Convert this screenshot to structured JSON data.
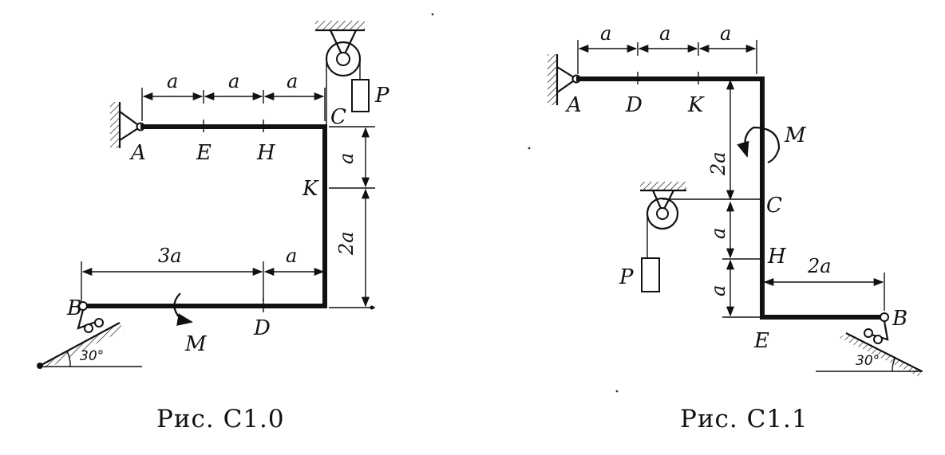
{
  "figures": [
    {
      "caption": "Рис. С1.0",
      "points": {
        "A": "A",
        "E": "E",
        "H": "H",
        "C": "C",
        "K": "K",
        "B": "B",
        "D": "D"
      },
      "load_label": "P",
      "moment_label": "M",
      "dims": {
        "a1": "a",
        "a2": "a",
        "a3": "a",
        "a_vert": "a",
        "two_a": "2a",
        "three_a": "3a",
        "a_bottom": "a"
      },
      "angle": "30°"
    },
    {
      "caption": "Рис. С1.1",
      "points": {
        "A": "A",
        "D": "D",
        "K": "K",
        "C": "C",
        "H": "H",
        "E": "E",
        "B": "B"
      },
      "load_label": "P",
      "moment_label": "M",
      "dims": {
        "a1": "a",
        "a2": "a",
        "a3": "a",
        "two_a_vert": "2a",
        "a_vert1": "a",
        "a_vert2": "a",
        "two_a_horiz": "2a"
      },
      "angle": "30°"
    }
  ]
}
